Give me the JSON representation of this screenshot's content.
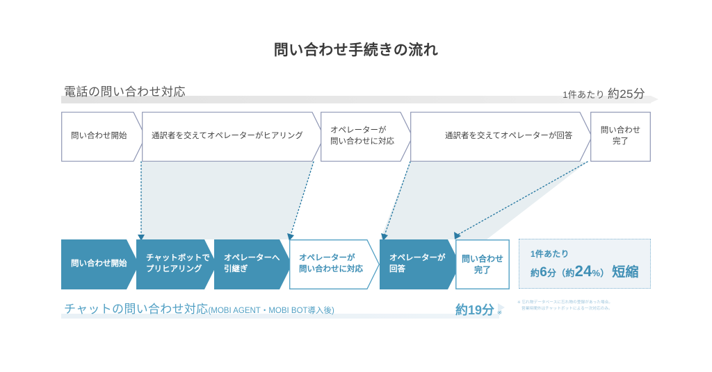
{
  "page": {
    "title": "問い合わせ手続きの流れ"
  },
  "phone_section": {
    "label": "電話の問い合わせ対応",
    "per_case_prefix": "1件あたり",
    "per_case_value": "約25分",
    "steps": [
      {
        "text": "問い合わせ開始",
        "shape": "chevron",
        "style": "outline"
      },
      {
        "text": "通訳者を交えてオペレーターがヒアリング",
        "shape": "chevron",
        "style": "outline"
      },
      {
        "text": "オペレーターが\n問い合わせに対応",
        "shape": "chevron",
        "style": "outline"
      },
      {
        "text": "通訳者を交えてオペレーターが回答",
        "shape": "chevron",
        "style": "outline"
      },
      {
        "text": "問い合わせ\n完了",
        "shape": "box",
        "style": "outline"
      }
    ]
  },
  "chat_section": {
    "label": "チャットの問い合わせ対応",
    "label_sub": "(MOBI AGENT・MOBI BOT導入後)",
    "total_value": "約19分",
    "total_mark": "※",
    "steps": [
      {
        "text": "問い合わせ開始",
        "shape": "chevron",
        "style": "filled"
      },
      {
        "text": "チャットボットで\nプリヒアリング",
        "shape": "chevron",
        "style": "filled"
      },
      {
        "text": "オペレーターへ\n引継ぎ",
        "shape": "chevron",
        "style": "filled"
      },
      {
        "text": "オペレーターが\n問い合わせに対応",
        "shape": "chevron",
        "style": "outline"
      },
      {
        "text": "オペレーターが\n回答",
        "shape": "chevron",
        "style": "filled"
      },
      {
        "text": "問い合わせ\n完了",
        "shape": "box",
        "style": "outline"
      }
    ]
  },
  "callout": {
    "line1": "1件あたり",
    "approx": "約",
    "minutes": "6",
    "minutes_unit": "分",
    "paren_open": "（約",
    "percent": "24",
    "percent_unit": "%）",
    "result": "短縮"
  },
  "footnote": {
    "line1": "※ 忘れ物データベースに忘れ物の登録があった場合。",
    "line2": "営業時間外はチャットボットによる一次対応のみ。"
  },
  "colors": {
    "accent_blue": "#4292b5",
    "accent_blue_light": "#52a0c4",
    "outline_grey": "#8e96b4",
    "band_grey": "#e8e8e8",
    "connector_fill": "#e7eef1",
    "callout_bg": "#eef3f7",
    "text_dark": "#3f3f3f"
  }
}
